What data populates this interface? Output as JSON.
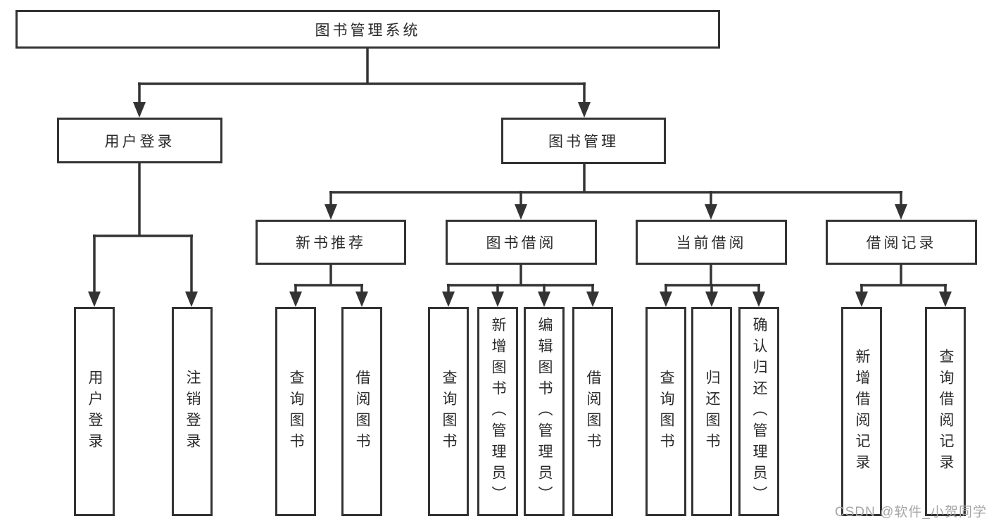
{
  "diagram": {
    "root": {
      "label": "图书管理系统"
    },
    "level2": [
      {
        "label": "用户登录"
      },
      {
        "label": "图书管理"
      }
    ],
    "level3": [
      {
        "label": "新书推荐",
        "parent": "图书管理"
      },
      {
        "label": "图书借阅",
        "parent": "图书管理"
      },
      {
        "label": "当前借阅",
        "parent": "图书管理"
      },
      {
        "label": "借阅记录",
        "parent": "图书管理"
      }
    ],
    "leaves": [
      {
        "label": "用户登录",
        "parent": "用户登录"
      },
      {
        "label": "注销登录",
        "parent": "用户登录"
      },
      {
        "label": "查询图书",
        "parent": "新书推荐"
      },
      {
        "label": "借阅图书",
        "parent": "新书推荐"
      },
      {
        "label": "查询图书",
        "parent": "图书借阅"
      },
      {
        "label": "新增图书（管理员）",
        "parent": "图书借阅"
      },
      {
        "label": "编辑图书（管理员）",
        "parent": "图书借阅"
      },
      {
        "label": "借阅图书",
        "parent": "图书借阅"
      },
      {
        "label": "查询图书",
        "parent": "当前借阅"
      },
      {
        "label": "归还图书",
        "parent": "当前借阅"
      },
      {
        "label": "确认归还（管理员）",
        "parent": "当前借阅"
      },
      {
        "label": "新增借阅记录",
        "parent": "借阅记录"
      },
      {
        "label": "查询借阅记录",
        "parent": "借阅记录"
      }
    ]
  },
  "watermark": {
    "text": "CSDN @软件_小贺同学"
  },
  "colors": {
    "line": "#333333",
    "text": "#2b2b2b",
    "background": "#ffffff",
    "watermark": "#a6a6a6"
  }
}
